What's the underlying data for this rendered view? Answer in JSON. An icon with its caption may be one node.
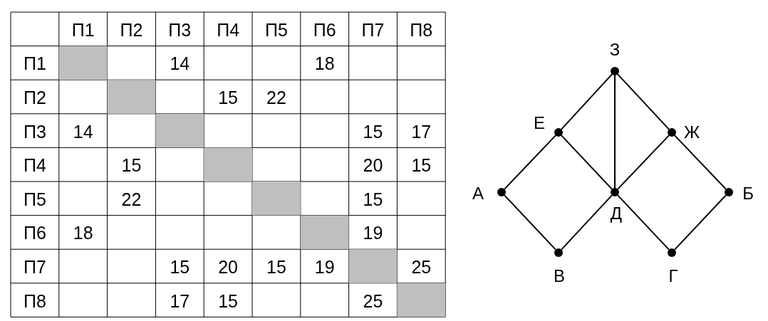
{
  "diagram": {
    "nodes": [
      {
        "text": [
          "З"
        ]
      },
      {
        "text": [
          "Е"
        ]
      },
      {
        "text": [
          "Ж"
        ]
      },
      {
        "text": [
          "А"
        ]
      },
      {
        "text": [
          "Д"
        ]
      },
      {
        "text": [
          "Б"
        ]
      },
      {
        "text": [
          "В"
        ]
      },
      {
        "text": [
          "Г"
        ]
      }
    ],
    "edges": [
      {
        "from": 0,
        "to": 1,
        "arrow": "none"
      },
      {
        "from": 0,
        "to": 2,
        "arrow": "none"
      },
      {
        "from": 0,
        "to": 4,
        "arrow": "none"
      },
      {
        "from": 1,
        "to": 3,
        "arrow": "none"
      },
      {
        "from": 1,
        "to": 4,
        "arrow": "none"
      },
      {
        "from": 2,
        "to": 4,
        "arrow": "none"
      },
      {
        "from": 2,
        "to": 5,
        "arrow": "none"
      },
      {
        "from": 3,
        "to": 6,
        "arrow": "none"
      },
      {
        "from": 4,
        "to": 6,
        "arrow": "none"
      },
      {
        "from": 4,
        "to": 7,
        "arrow": "none"
      },
      {
        "from": 5,
        "to": 7,
        "arrow": "none"
      }
    ],
    "labels": [
      "П1",
      "П2",
      "П3",
      "П4",
      "П5",
      "П6",
      "П7",
      "П8",
      "П1",
      "14",
      "18",
      "П2",
      "15",
      "22",
      "П3",
      "14",
      "15",
      "17",
      "П4",
      "15",
      "20",
      "15",
      "П5",
      "22",
      "15",
      "П6",
      "18",
      "19",
      "П7",
      "15",
      "20",
      "15",
      "19",
      "25",
      "П8",
      "17",
      "15",
      "25"
    ]
  }
}
